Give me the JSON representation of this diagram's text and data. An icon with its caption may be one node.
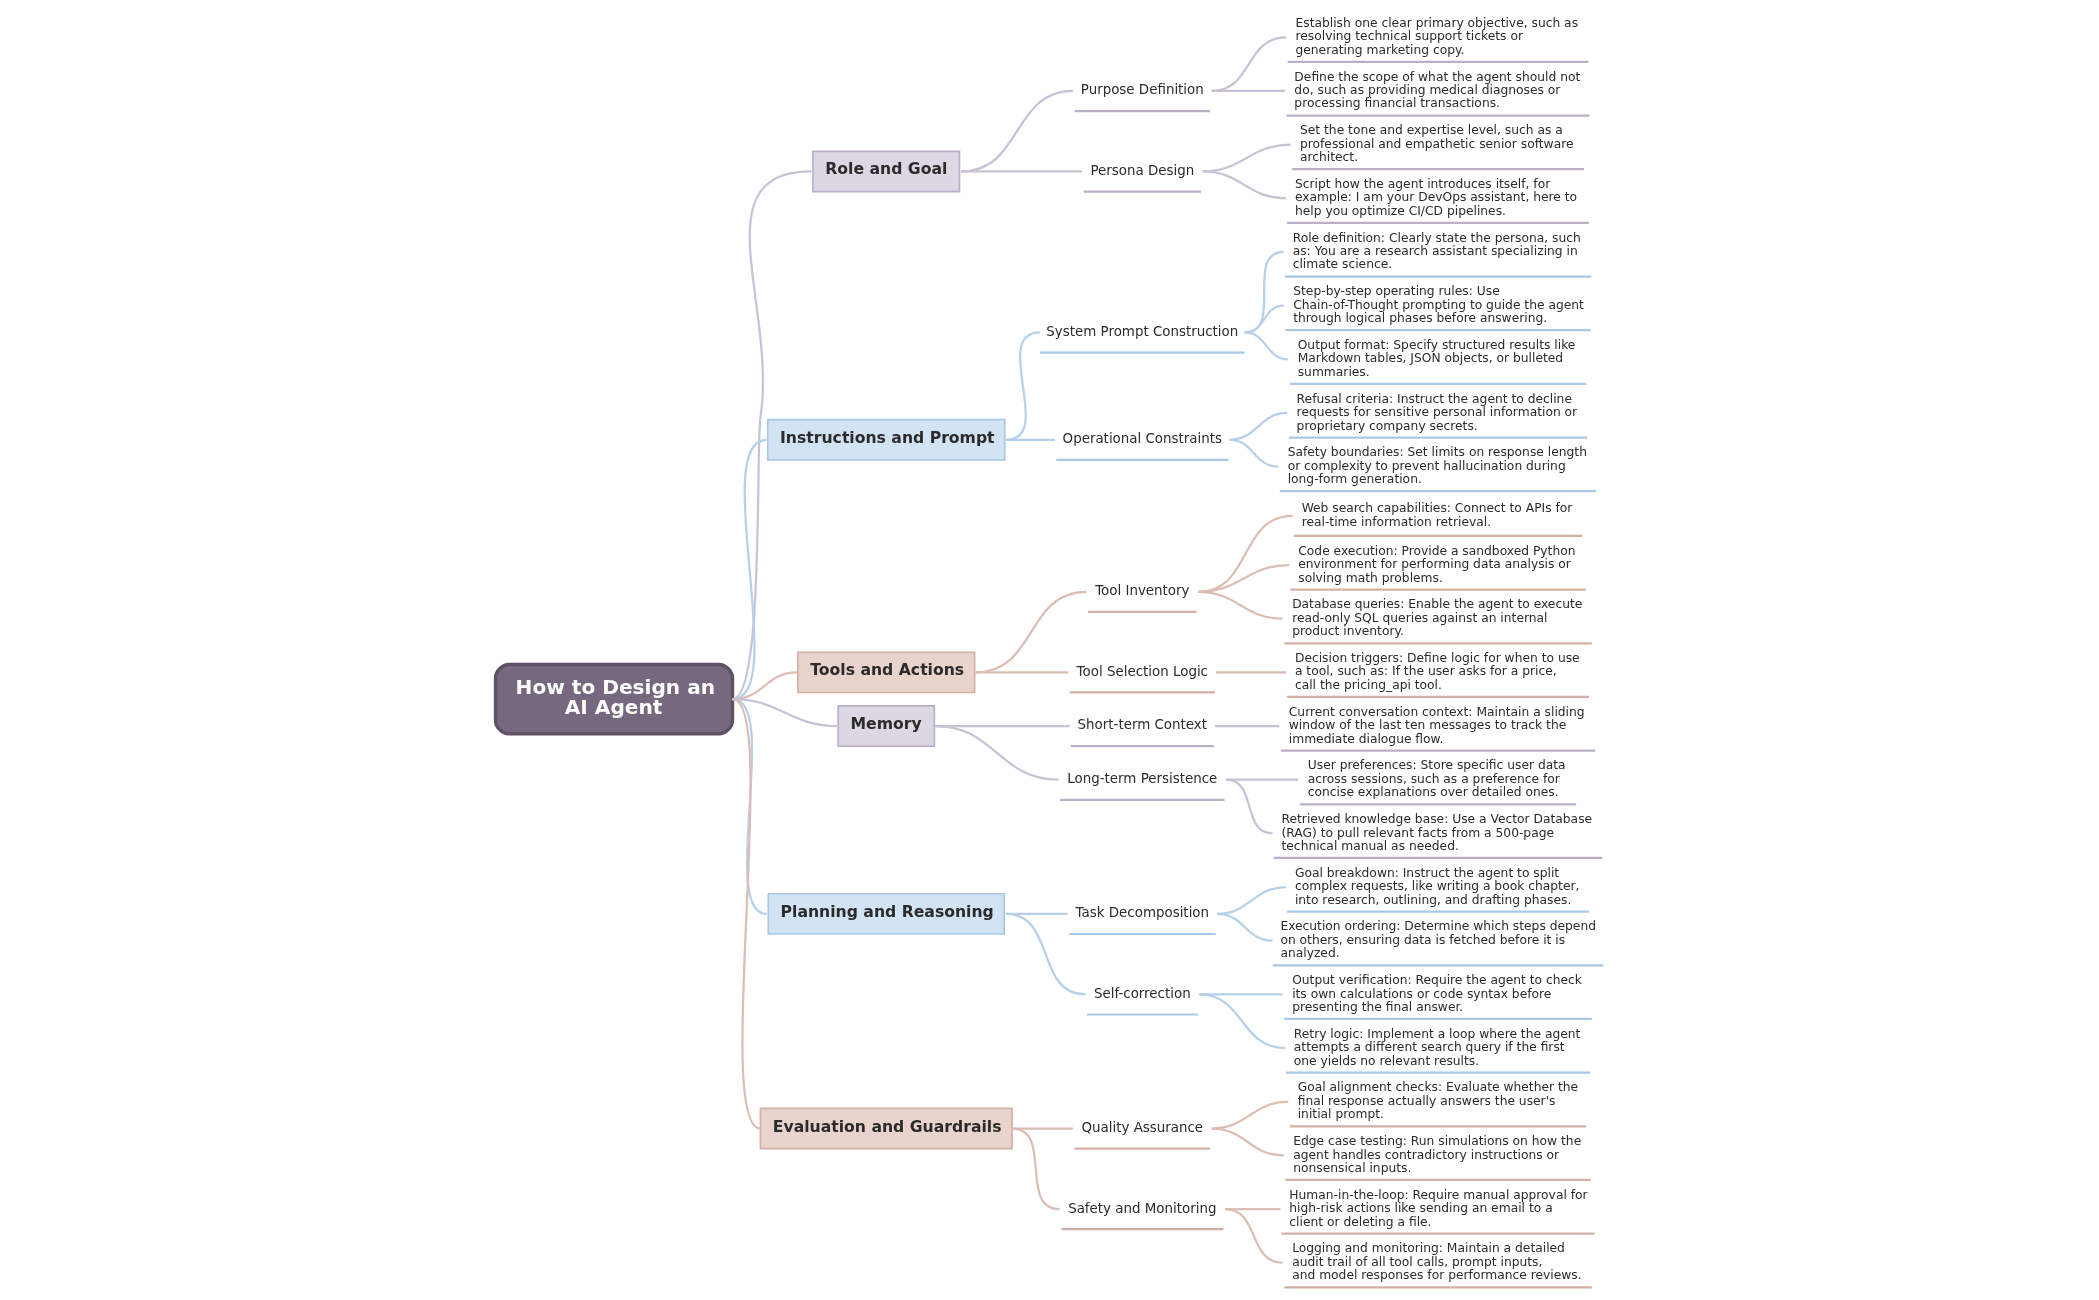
{
  "diagram": {
    "nodes": [
      {
        "text": [
          "How to Design an AI Agent"
        ]
      },
      {
        "text": [
          "Role and Goal"
        ]
      },
      {
        "text": [
          "Purpose Definition"
        ]
      },
      {
        "text": [
          "Establish one clear primary objective, such as resolving technical support tickets or generating marketing copy."
        ]
      },
      {
        "text": [
          "Define the scope of what the agent should not do, such as providing medical diagnoses or processing financial transactions."
        ]
      },
      {
        "text": [
          "Persona Design"
        ]
      },
      {
        "text": [
          "Set the tone and expertise level, such as a professional and empathetic senior software architect."
        ]
      },
      {
        "text": [
          "Script how the agent introduces itself, for example: I am your DevOps assistant, here to help you optimize CI/CD pipelines."
        ]
      },
      {
        "text": [
          "Instructions and Prompt"
        ]
      },
      {
        "text": [
          "System Prompt Construction"
        ]
      },
      {
        "text": [
          "Role definition: Clearly state the persona, such as: You are a research assistant specializing in climate science."
        ]
      },
      {
        "text": [
          "Step-by-step operating rules: Use Chain-of-Thought prompting to guide the agent through logical phases before answering."
        ]
      },
      {
        "text": [
          "Output format: Specify structured results like Markdown tables, JSON objects, or bulleted summaries."
        ]
      },
      {
        "text": [
          "Operational Constraints"
        ]
      },
      {
        "text": [
          "Refusal criteria: Instruct the agent to decline requests for sensitive personal information or proprietary company secrets."
        ]
      },
      {
        "text": [
          "Safety boundaries: Set limits on response length or complexity to prevent hallucination during long-form generation."
        ]
      },
      {
        "text": [
          "Tools and Actions"
        ]
      },
      {
        "text": [
          "Tool Inventory"
        ]
      },
      {
        "text": [
          "Web search capabilities: Connect to APIs for real-time information retrieval."
        ]
      },
      {
        "text": [
          "Code execution: Provide a sandboxed Python environment for performing data analysis or solving math problems."
        ]
      },
      {
        "text": [
          "Database queries: Enable the agent to execute read-only SQL queries against an internal product inventory."
        ]
      },
      {
        "text": [
          "Tool Selection Logic"
        ]
      },
      {
        "text": [
          "Decision triggers: Define logic for when to use a tool, such as: If the user asks for a price, call the pricing_api tool."
        ]
      },
      {
        "text": [
          "Memory"
        ]
      },
      {
        "text": [
          "Short-term Context"
        ]
      },
      {
        "text": [
          "Current conversation context: Maintain a sliding window of the last ten messages to track the immediate dialogue flow."
        ]
      },
      {
        "text": [
          "Long-term Persistence"
        ]
      },
      {
        "text": [
          "User preferences: Store specific user data across sessions, such as a preference for concise explanations over detailed ones."
        ]
      },
      {
        "text": [
          "Retrieved knowledge base: Use a Vector Database (RAG) to pull relevant facts from a 500-page technical manual as needed."
        ]
      },
      {
        "text": [
          "Planning and Reasoning"
        ]
      },
      {
        "text": [
          "Task Decomposition"
        ]
      },
      {
        "text": [
          "Goal breakdown: Instruct the agent to split complex requests, like writing a book chapter, into research, outlining, and drafting phases."
        ]
      },
      {
        "text": [
          "Execution ordering: Determine which steps depend on others, ensuring data is fetched before it is analyzed."
        ]
      },
      {
        "text": [
          "Self-correction"
        ]
      },
      {
        "text": [
          "Output verification: Require the agent to check its own calculations or code syntax before presenting the final answer."
        ]
      },
      {
        "text": [
          "Retry logic: Implement a loop where the agent attempts a different search query if the first one yields no relevant results."
        ]
      },
      {
        "text": [
          "Evaluation and Guardrails"
        ]
      },
      {
        "text": [
          "Quality Assurance"
        ]
      },
      {
        "text": [
          "Goal alignment checks: Evaluate whether the final response actually answers the user's initial prompt."
        ]
      },
      {
        "text": [
          "Edge case testing: Run simulations on how the agent handles contradictory instructions or nonsensical inputs."
        ]
      },
      {
        "text": [
          "Safety and Monitoring"
        ]
      },
      {
        "text": [
          "Human-in-the-loop: Require manual approval for high-risk actions like sending an email to a client or deleting a file."
        ]
      },
      {
        "text": [
          "Logging and monitoring: Maintain a detailed audit trail of all tool calls, prompt inputs, and model responses for performance reviews."
        ]
      }
    ],
    "edges": [
      {
        "from": 0,
        "to": 1,
        "arrow": "none",
        "color": "#c9c1d6"
      },
      {
        "from": 1,
        "to": 2,
        "arrow": "none",
        "color": "#c9c1d6"
      },
      {
        "from": 2,
        "to": 3,
        "arrow": "none",
        "color": "#c9c1d6"
      },
      {
        "from": 2,
        "to": 4,
        "arrow": "none",
        "color": "#c9c1d6"
      },
      {
        "from": 1,
        "to": 5,
        "arrow": "none",
        "color": "#c9c1d6"
      },
      {
        "from": 5,
        "to": 6,
        "arrow": "none",
        "color": "#c9c1d6"
      },
      {
        "from": 5,
        "to": 7,
        "arrow": "none",
        "color": "#c9c1d6"
      },
      {
        "from": 0,
        "to": 8,
        "arrow": "none",
        "color": "#b6d0ea"
      },
      {
        "from": 8,
        "to": 9,
        "arrow": "none",
        "color": "#b6d0ea"
      },
      {
        "from": 9,
        "to": 10,
        "arrow": "none",
        "color": "#b6d0ea"
      },
      {
        "from": 9,
        "to": 11,
        "arrow": "none",
        "color": "#b6d0ea"
      },
      {
        "from": 9,
        "to": 12,
        "arrow": "none",
        "color": "#b6d0ea"
      },
      {
        "from": 8,
        "to": 13,
        "arrow": "none",
        "color": "#b6d0ea"
      },
      {
        "from": 13,
        "to": 14,
        "arrow": "none",
        "color": "#b6d0ea"
      },
      {
        "from": 13,
        "to": 15,
        "arrow": "none",
        "color": "#b6d0ea"
      },
      {
        "from": 0,
        "to": 16,
        "arrow": "none",
        "color": "#dcbdb4"
      },
      {
        "from": 16,
        "to": 17,
        "arrow": "none",
        "color": "#dcbdb4"
      },
      {
        "from": 17,
        "to": 18,
        "arrow": "none",
        "color": "#dcbdb4"
      },
      {
        "from": 17,
        "to": 19,
        "arrow": "none",
        "color": "#dcbdb4"
      },
      {
        "from": 17,
        "to": 20,
        "arrow": "none",
        "color": "#dcbdb4"
      },
      {
        "from": 16,
        "to": 21,
        "arrow": "none",
        "color": "#dcbdb4"
      },
      {
        "from": 21,
        "to": 22,
        "arrow": "none",
        "color": "#dcbdb4"
      },
      {
        "from": 0,
        "to": 23,
        "arrow": "none",
        "color": "#c9c1d6"
      },
      {
        "from": 23,
        "to": 24,
        "arrow": "none",
        "color": "#c9c1d6"
      },
      {
        "from": 24,
        "to": 25,
        "arrow": "none",
        "color": "#c9c1d6"
      },
      {
        "from": 23,
        "to": 26,
        "arrow": "none",
        "color": "#c9c1d6"
      },
      {
        "from": 26,
        "to": 27,
        "arrow": "none",
        "color": "#c9c1d6"
      },
      {
        "from": 26,
        "to": 28,
        "arrow": "none",
        "color": "#c9c1d6"
      },
      {
        "from": 0,
        "to": 29,
        "arrow": "none",
        "color": "#b6d0ea"
      },
      {
        "from": 29,
        "to": 30,
        "arrow": "none",
        "color": "#b6d0ea"
      },
      {
        "from": 30,
        "to": 31,
        "arrow": "none",
        "color": "#b6d0ea"
      },
      {
        "from": 30,
        "to": 32,
        "arrow": "none",
        "color": "#b6d0ea"
      },
      {
        "from": 29,
        "to": 33,
        "arrow": "none",
        "color": "#b6d0ea"
      },
      {
        "from": 33,
        "to": 34,
        "arrow": "none",
        "color": "#b6d0ea"
      },
      {
        "from": 33,
        "to": 35,
        "arrow": "none",
        "color": "#b6d0ea"
      },
      {
        "from": 0,
        "to": 36,
        "arrow": "none",
        "color": "#dcbdb4"
      },
      {
        "from": 36,
        "to": 37,
        "arrow": "none",
        "color": "#dcbdb4"
      },
      {
        "from": 37,
        "to": 38,
        "arrow": "none",
        "color": "#dcbdb4"
      },
      {
        "from": 37,
        "to": 39,
        "arrow": "none",
        "color": "#dcbdb4"
      },
      {
        "from": 36,
        "to": 40,
        "arrow": "none",
        "color": "#dcbdb4"
      },
      {
        "from": 40,
        "to": 41,
        "arrow": "none",
        "color": "#dcbdb4"
      },
      {
        "from": 40,
        "to": 42,
        "arrow": "none",
        "color": "#dcbdb4"
      }
    ]
  }
}
